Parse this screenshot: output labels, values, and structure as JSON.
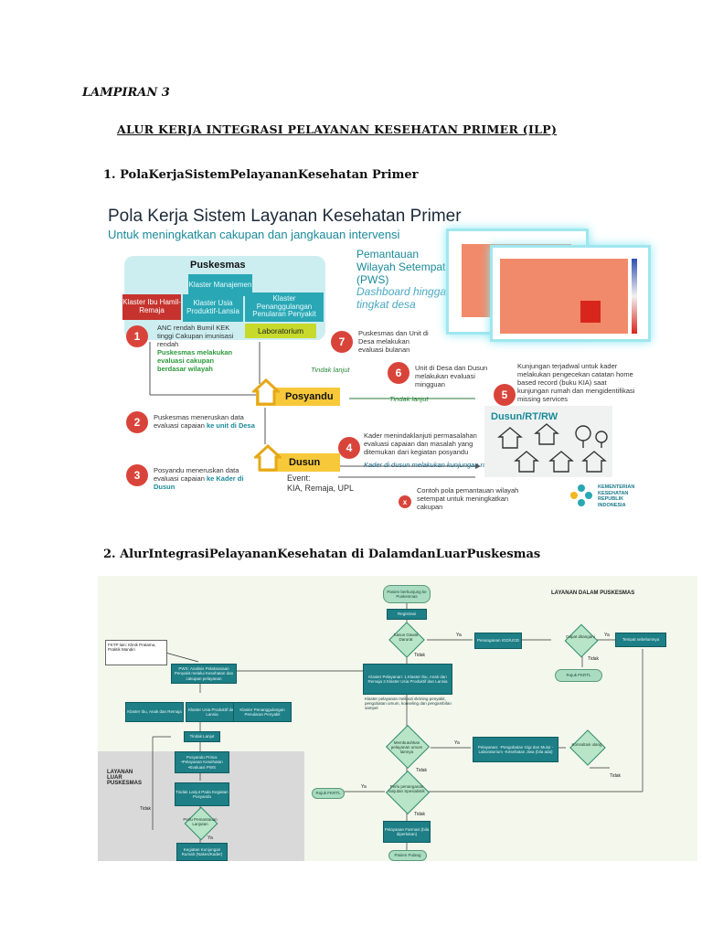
{
  "doc": {
    "lampiran": "LAMPIRAN 3",
    "title": "ALUR KERJA INTEGRASI PELAYANAN KESEHATAN PRIMER (ILP)",
    "section1": "1. PolaKerjaSistemPelayananKesehatan Primer",
    "section2": "2. AlurIntegrasiPelayananKesehatan di DalamdanLuarPuskesmas"
  },
  "fig1": {
    "title": "Pola Kerja Sistem Layanan Kesehatan Primer",
    "subtitle": "Untuk meningkatkan cakupan dan jangkauan intervensi",
    "puskesmas": "Puskesmas",
    "klaster_manajemen": "Klaster Manajemen",
    "klaster_ibu": "Klaster Ibu Hamil-Remaja",
    "klaster_usia": "Klaster Usia Produktif-Lansia",
    "klaster_penyakit": "Klaster Penanggulangan Penularan Penyakit",
    "laboratorium": "Laboratorium",
    "pws_title": "Pemantauan Wilayah Setempat (PWS)",
    "pws_sub": "Dashboard hingga tingkat desa",
    "step1_text": "ANC rendah Bumil KEK tinggi Cakupan imunisasi rendah",
    "step1_green": "Puskesmas melakukan evaluasi cakupan berdasar wilayah",
    "step2_text": "Puskesmas meneruskan data evaluasi capaian",
    "step2_teal": "ke unit di Desa",
    "step3_text": "Posyandu meneruskan data evaluasi capaian",
    "step3_teal": "ke Kader di Dusun",
    "step4_text": "Kader menindaklanjuti permasalahan evaluasi capaian dan masalah yang ditemukan dari kegiatan posyandu",
    "step4_italic": "Kader di dusun melakukan kunjungan rumah",
    "step5_text": "Kunjungan terjadwal untuk kader melakukan pengecekan catatan home based record (buku KIA) saat kunjungan rumah dan mengidentifikasi missing services",
    "step6_text": "Unit di Desa dan Dusun melakukan evaluasi mingguan",
    "step7_text": "Puskesmas dan Unit di Desa melakukan evaluasi bulanan",
    "tindak_lanjut": "Tindak lanjut",
    "posyandu": "Posyandu",
    "dusun": "Dusun",
    "dusun_rt": "Dusun/RT/RW",
    "event_label": "Event:",
    "event_items": "KIA, Remaja, UPL",
    "x_note": "Contoh pola pemantauan wilayah setempat untuk meningkatkan cakupan",
    "kemenkes": "KEMENTERIAN KESEHATAN REPUBLIK INDONESIA",
    "nums": [
      "1",
      "2",
      "3",
      "4",
      "5",
      "6",
      "7",
      "x"
    ]
  },
  "fig2": {
    "layanan_dalam": "LAYANAN DALAM PUSKESMAS",
    "layanan_luar": "LAYANAN LUAR PUSKESMAS",
    "pasien_datang": "Pasien berkunjung ke Puskesmas",
    "registrasi": "Registrasi",
    "kasus_gawat": "Kasus Gawat Darurat",
    "penanganan_igd": "Penanganan IGD/UGD",
    "dapat_ditangani": "Dapat ditangani",
    "tempat_sebelumnya": "Tempat sebelumnya",
    "rujuk_fkrtl": "Rujuk FKRTL",
    "fktp_lain": "FKTP lain: Klinik Pratama, Praktik Mandiri",
    "pws": "PWS: Analisis Pelaksanaan Penyakit melalui Kesehatan dan cakupan pelayanan",
    "klaster_ibu": "Klaster Ibu, Anak dan Remaja",
    "klaster_usia": "Klaster Usia Produktif dan Lansia",
    "klaster_penyakit": "Klaster Penanggulangan Penularan Penyakit",
    "tindak_lanjut": "Tindak Lanjut",
    "klaster_pelayanan": "Klaster Pelayanan: 1.Klaster Ibu, Anak dan Remaja 2.Klaster Usia Produktif dan Lansia",
    "klaster_pelayanan_note": "Klaster pelayanan meliputi skrining penyakit, pengobatan umum, konseling dan pengambilan sampel",
    "membutuhkan": "Membutuhkan pelayanan umum lainnya",
    "pelayanan": "Pelayanan: -Pengobatan Gigi dan Mulut -Laboratorium -Kesehatan Jiwa (bila ada)",
    "konsultasi": "Konsultasi ulang",
    "perlu_penanganan": "Perlu penanganan lanjutan Spesialistik",
    "pelayanan_farmasi": "Pelayanan Farmasi (bila diperlukan)",
    "pasien_pulang": "Pasien Pulang",
    "posyandu_prima": "Posyandu Prima: •Pelayanan Kesehatan •Evaluasi PWS",
    "tindak_lanjut_posyandu": "Tindak Lanjut Pada Kegiatan Posyandu",
    "perlu_pemantauan": "Perlu Pemantauan Lanjutan",
    "kegiatan_kunjungan": "Kegiatan Kunjungan Rumah (Nakes/Kader)",
    "ya": "Ya",
    "tidak": "Tidak"
  }
}
